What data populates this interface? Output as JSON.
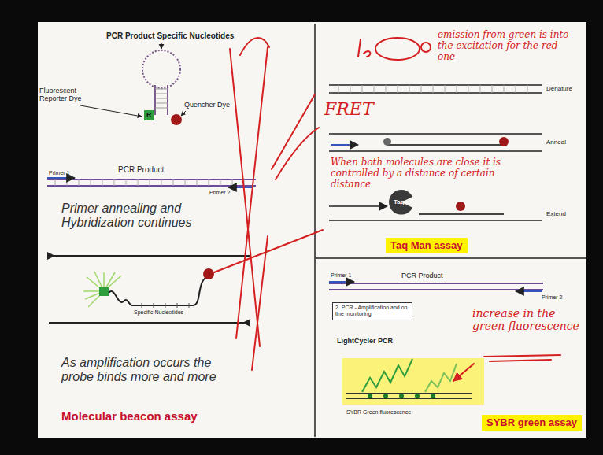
{
  "diagram": {
    "nodes": [
      {
        "text": [
          "R"
        ]
      },
      {
        "text": [
          "Taq"
        ]
      },
      {
        "text": [
          "Taq Man assay"
        ]
      },
      {
        "text": [
          "2. PCR - Amplification and on line monitoring"
        ]
      },
      {
        "text": [
          "SYBR green assay"
        ]
      }
    ],
    "labels": [
      "PCR Product Specific Nucleotides",
      "Fluorescent Reporter Dye",
      "Quencher Dye",
      "PCR Product",
      "Primer 1",
      "Primer 2",
      "Primer annealing and Hybridization continues",
      "Specific Nucleotides",
      "As amplification occurs the probe binds more and more",
      "Molecular beacon assay",
      "emission from green is into the excitation for the red one",
      "Denature",
      "FRET",
      "When both molecules are close it is controlled by a distance of certain distance",
      "Anneal",
      "Extend",
      "PCR Product",
      "Primer 1",
      "Primer 2",
      "LightCycler PCR",
      "increase in the green fluorescence",
      "SYBR Green fluorescence"
    ]
  }
}
